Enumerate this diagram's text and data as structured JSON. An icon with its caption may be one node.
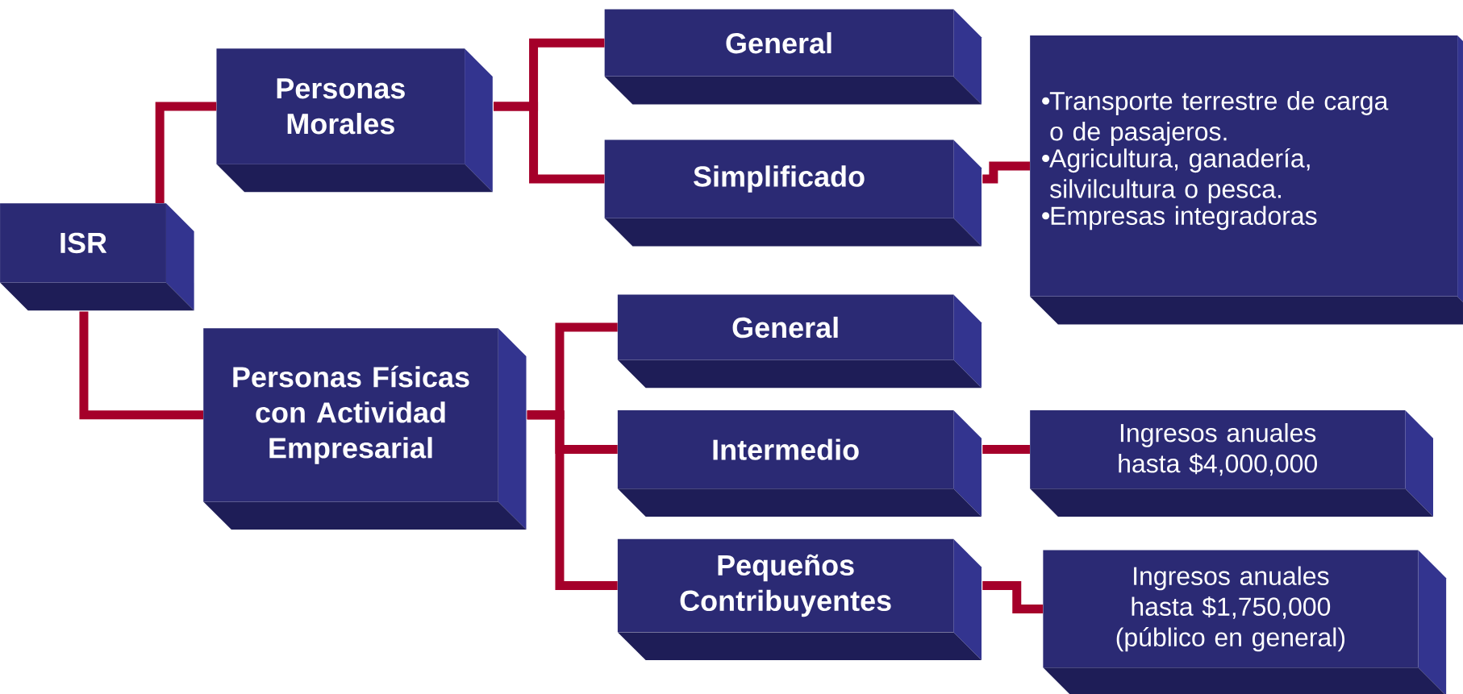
{
  "diagram": {
    "nodes": [
      {
        "text": [
          "ISR"
        ]
      },
      {
        "text": [
          "Personas Morales"
        ]
      },
      {
        "text": [
          "General"
        ]
      },
      {
        "text": [
          "Simplificado"
        ]
      },
      {
        "text": [
          "Transporte terrestre de carga o de pasajeros.",
          "Agricultura, ganadería, silvilcultura o pesca.",
          "Empresas integradoras"
        ]
      },
      {
        "text": [
          "Personas Físicas con Actividad Empresarial"
        ]
      },
      {
        "text": [
          "General"
        ]
      },
      {
        "text": [
          "Intermedio"
        ]
      },
      {
        "text": [
          "Ingresos anuales hasta $4,000,000"
        ]
      },
      {
        "text": [
          "Pequeños Contribuyentes"
        ]
      },
      {
        "text": [
          "Ingresos anuales hasta $1,750,000 (público en general)"
        ]
      }
    ],
    "edges": [
      {
        "from": 0,
        "to": 1,
        "arrow": "none"
      },
      {
        "from": 0,
        "to": 5,
        "arrow": "none"
      },
      {
        "from": 1,
        "to": 2,
        "arrow": "none"
      },
      {
        "from": 1,
        "to": 3,
        "arrow": "none"
      },
      {
        "from": 3,
        "to": 4,
        "arrow": "none"
      },
      {
        "from": 5,
        "to": 6,
        "arrow": "none"
      },
      {
        "from": 5,
        "to": 7,
        "arrow": "none"
      },
      {
        "from": 5,
        "to": 9,
        "arrow": "none"
      },
      {
        "from": 7,
        "to": 8,
        "arrow": "none"
      },
      {
        "from": 9,
        "to": 10,
        "arrow": "none"
      }
    ]
  }
}
